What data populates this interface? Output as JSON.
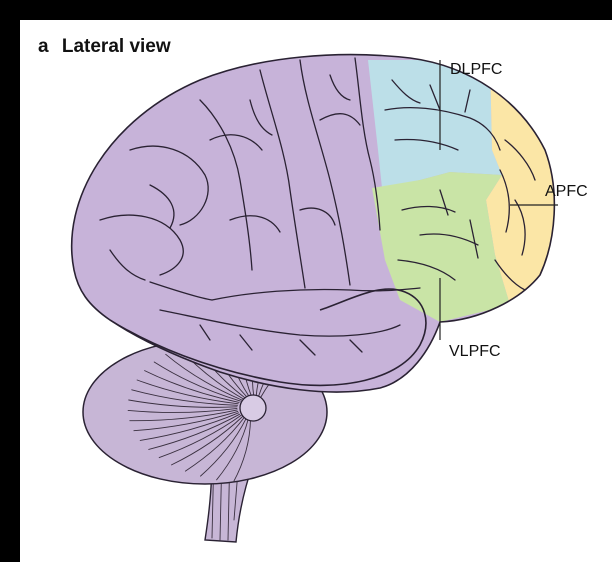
{
  "figure": {
    "panel_letter": "a",
    "title": "Lateral view"
  },
  "regions": [
    {
      "label": "DLPFC",
      "color": "#bcdfe8"
    },
    {
      "label": "APFC",
      "color": "#fbe6a6"
    },
    {
      "label": "VLPFC",
      "color": "#c9e4a6"
    }
  ],
  "colors": {
    "cortex": "#c7b3d9",
    "cerebellum": "#c7b6d6",
    "background": "#000000",
    "panel": "#ffffff"
  }
}
